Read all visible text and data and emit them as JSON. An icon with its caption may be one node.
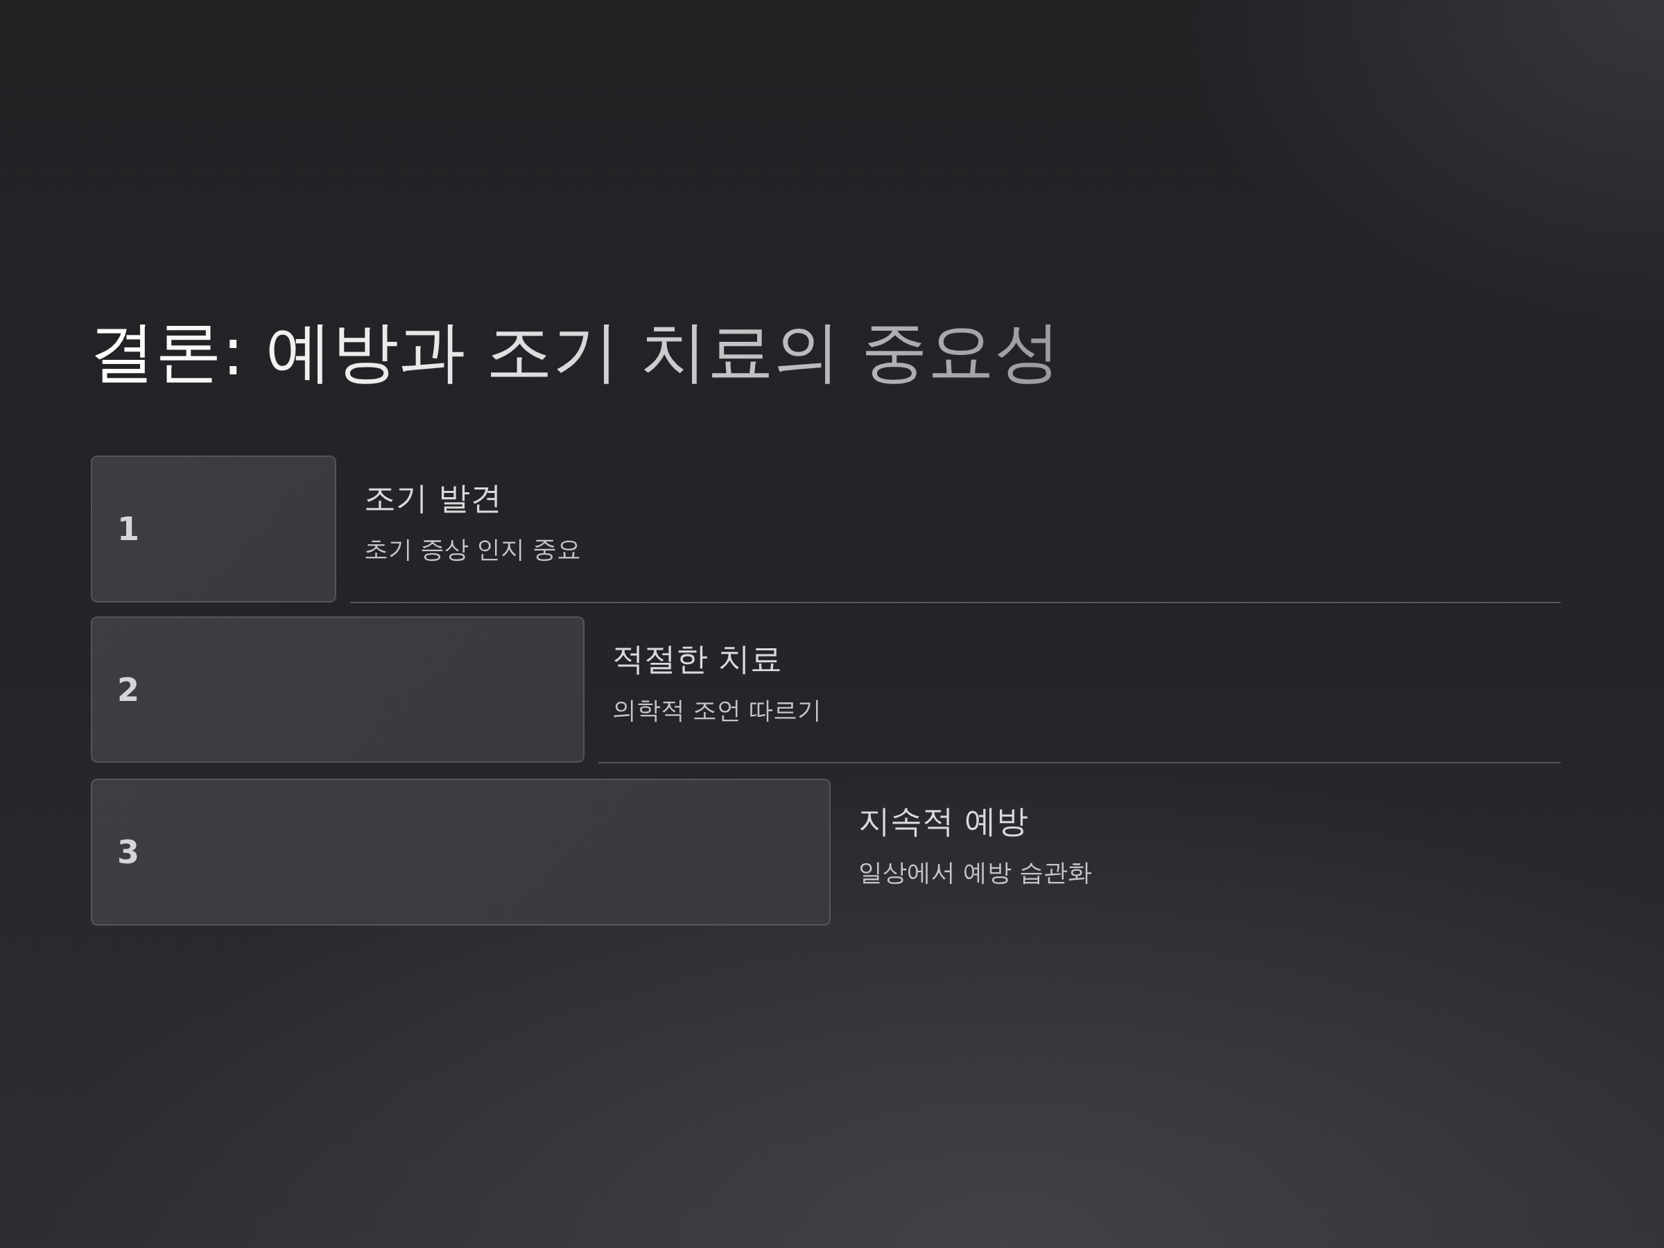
{
  "diagram": {
    "title": "결론: 예방과 조기 치료의 중요성",
    "nodes": [
      {
        "text": [
          "1"
        ],
        "beside": [
          "조기 발견",
          "초기 증상 인지 중요"
        ]
      },
      {
        "text": [
          "2"
        ],
        "beside": [
          "적절한 치료",
          "의학적 조언 따르기"
        ]
      },
      {
        "text": [
          "3"
        ],
        "beside": [
          "지속적 예방",
          "일상에서 예방 습관화"
        ]
      }
    ]
  }
}
